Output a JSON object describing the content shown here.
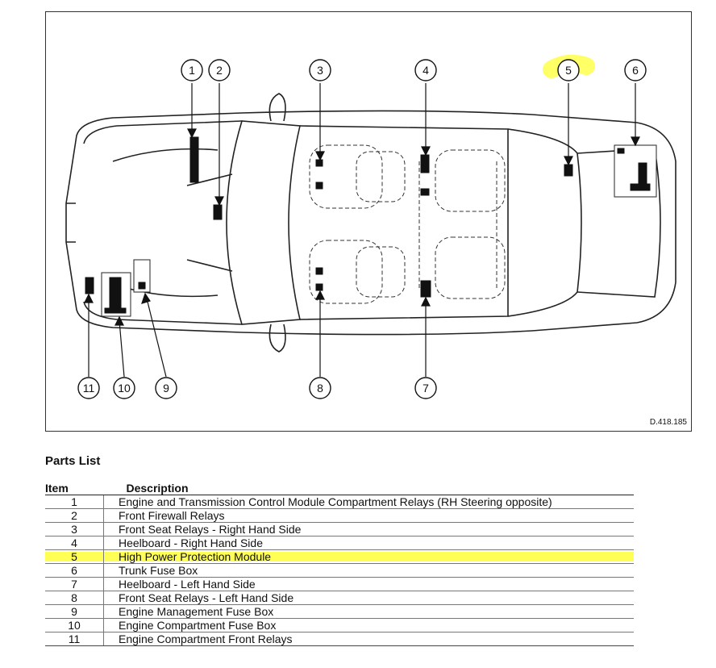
{
  "diagram": {
    "reference": "D.418.185",
    "callouts": [
      "1",
      "2",
      "3",
      "4",
      "5",
      "6",
      "7",
      "8",
      "9",
      "10",
      "11"
    ],
    "highlight_color": "#ffff55"
  },
  "parts_list": {
    "title": "Parts List",
    "headers": {
      "item": "Item",
      "description": "Description"
    },
    "items": [
      {
        "num": "1",
        "desc": "Engine and Transmission Control Module Compartment Relays (RH Steering opposite)"
      },
      {
        "num": "2",
        "desc": "Front Firewall Relays"
      },
      {
        "num": "3",
        "desc": "Front Seat Relays - Right Hand Side"
      },
      {
        "num": "4",
        "desc": "Heelboard - Right Hand Side"
      },
      {
        "num": "5",
        "desc": "High Power Protection Module"
      },
      {
        "num": "6",
        "desc": "Trunk Fuse Box"
      },
      {
        "num": "7",
        "desc": "Heelboard - Left Hand Side"
      },
      {
        "num": "8",
        "desc": "Front Seat Relays - Left Hand Side"
      },
      {
        "num": "9",
        "desc": "Engine Management Fuse Box"
      },
      {
        "num": "10",
        "desc": "Engine Compartment Fuse Box"
      },
      {
        "num": "11",
        "desc": "Engine Compartment Front Relays"
      }
    ]
  }
}
